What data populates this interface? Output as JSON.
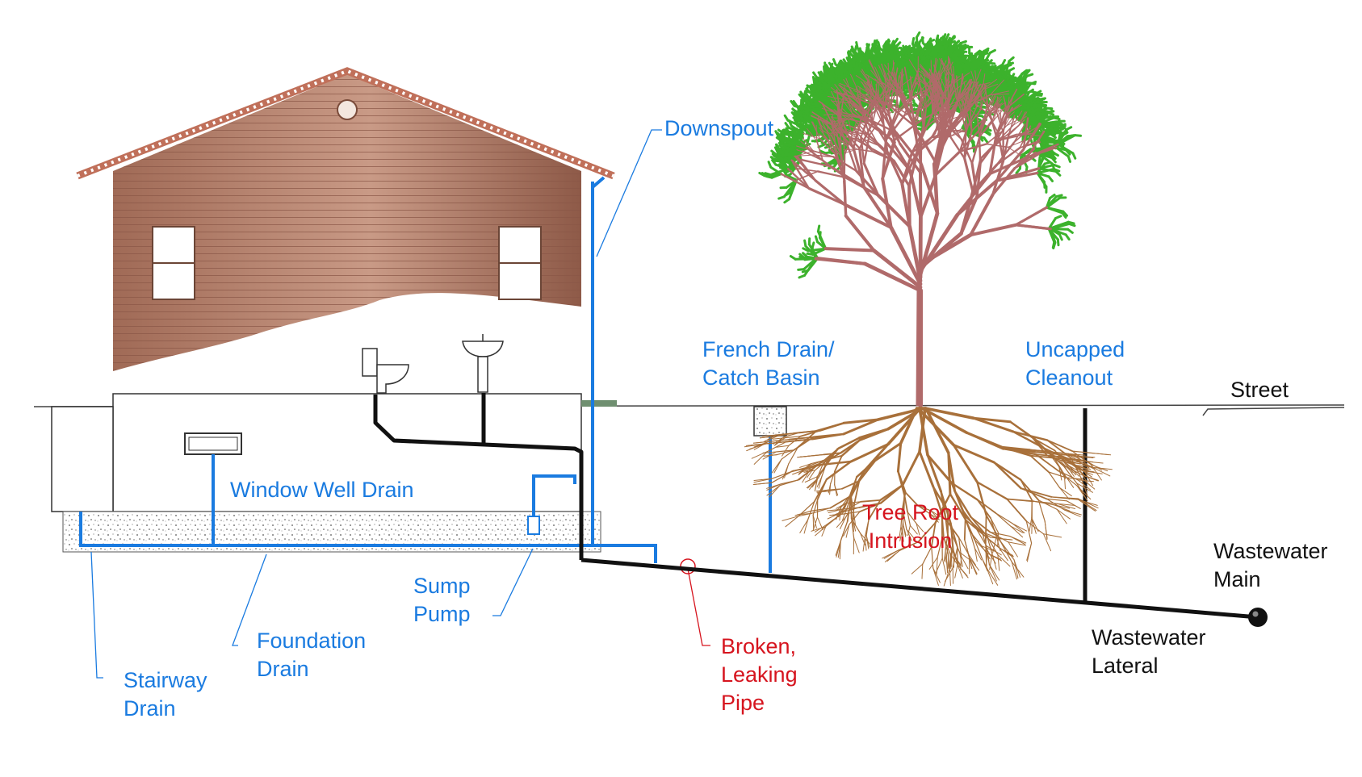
{
  "labels": {
    "downspout": "Downspout",
    "french_drain": "French Drain/\nCatch Basin",
    "uncapped_cleanout": "Uncapped\nCleanout",
    "street": "Street",
    "window_well_drain": "Window Well Drain",
    "tree_root_intrusion": "Tree Root\nIntrusion",
    "wastewater_main": "Wastewater\nMain",
    "sump_pump": "Sump\nPump",
    "foundation_drain": "Foundation\nDrain",
    "broken_leaking_pipe": "Broken,\nLeaking\nPipe",
    "wastewater_lateral": "Wastewater\nLateral",
    "stairway_drain": "Stairway\nDrain"
  },
  "colors": {
    "drain_blue": "#1a7be0",
    "warning_red": "#d6141e",
    "sewer_black": "#111111",
    "siding": "#b07a66",
    "foliage": "#3cb22c",
    "roots": "#a8703a",
    "trunk": "#b06a6a"
  }
}
